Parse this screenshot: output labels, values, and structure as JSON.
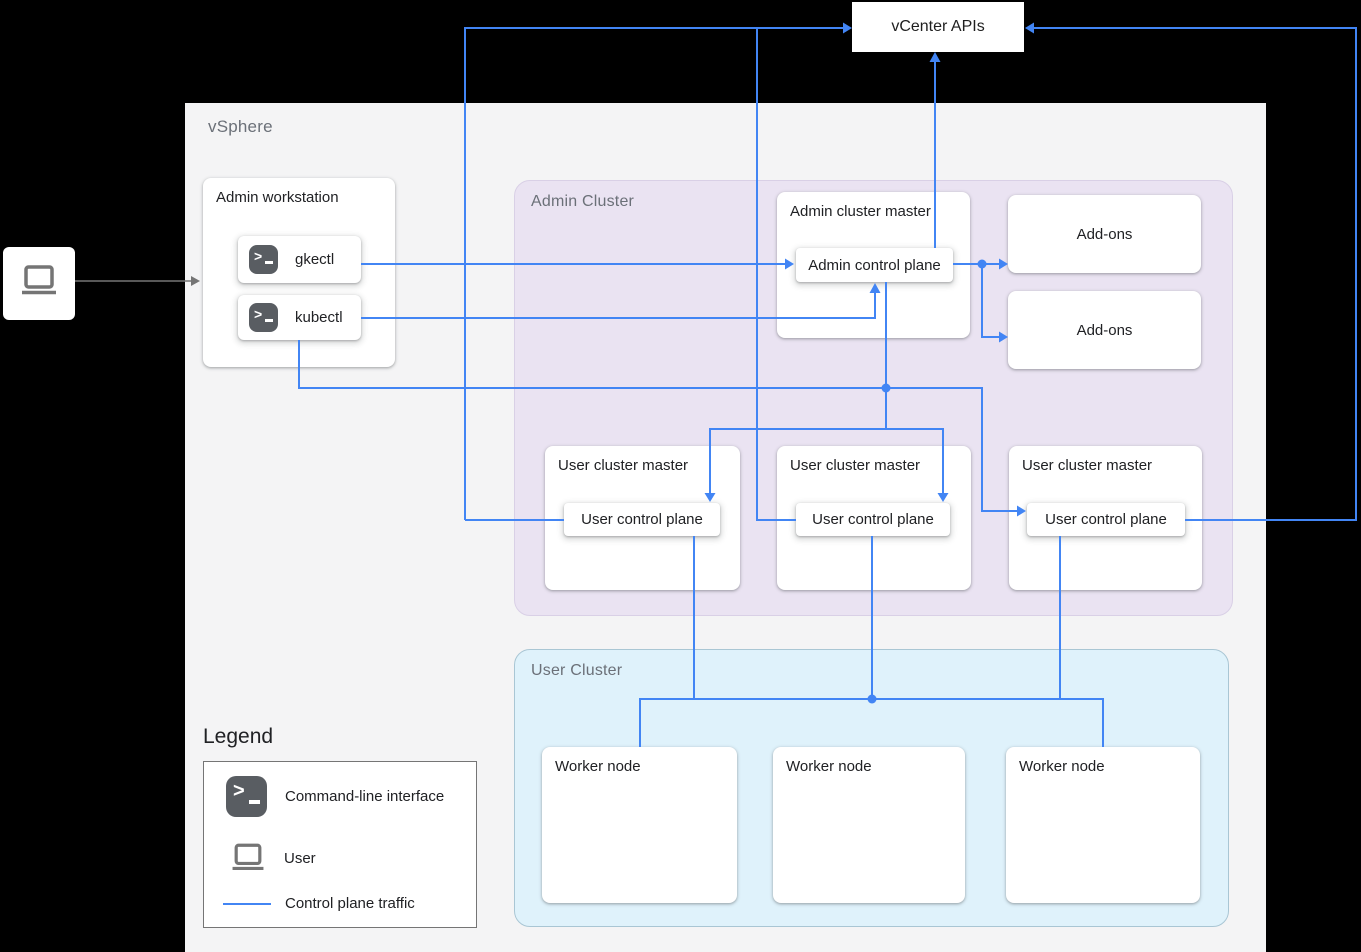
{
  "colors": {
    "line_blue": "#4285f4",
    "admin_zone_fill": "#eae3f2",
    "user_zone_fill": "#dff2fb",
    "vsphere_fill": "#f4f4f5",
    "icon_gray": "#595d62",
    "user_arrow_gray": "#757575"
  },
  "vcenter": {
    "label": "vCenter APIs"
  },
  "user_node": {
    "icon": "laptop-icon"
  },
  "vsphere": {
    "label": "vSphere"
  },
  "admin_workstation": {
    "title": "Admin workstation",
    "tools": [
      {
        "icon": "terminal-icon",
        "label": "gkectl"
      },
      {
        "icon": "terminal-icon",
        "label": "kubectl"
      }
    ]
  },
  "admin_cluster": {
    "label": "Admin Cluster",
    "master": {
      "title": "Admin cluster master",
      "control_plane": "Admin control plane"
    },
    "addons": [
      "Add-ons",
      "Add-ons"
    ],
    "user_masters": [
      {
        "title": "User cluster master",
        "control_plane": "User control plane"
      },
      {
        "title": "User cluster master",
        "control_plane": "User control plane"
      },
      {
        "title": "User cluster master",
        "control_plane": "User control plane"
      }
    ]
  },
  "user_cluster": {
    "label": "User Cluster",
    "workers": [
      "Worker node",
      "Worker node",
      "Worker node"
    ]
  },
  "legend": {
    "title": "Legend",
    "items": [
      {
        "icon": "terminal-icon",
        "label": "Command-line interface"
      },
      {
        "icon": "laptop-icon",
        "label": "User"
      },
      {
        "icon": "control-plane-traffic-line",
        "label": "Control plane traffic"
      }
    ]
  }
}
